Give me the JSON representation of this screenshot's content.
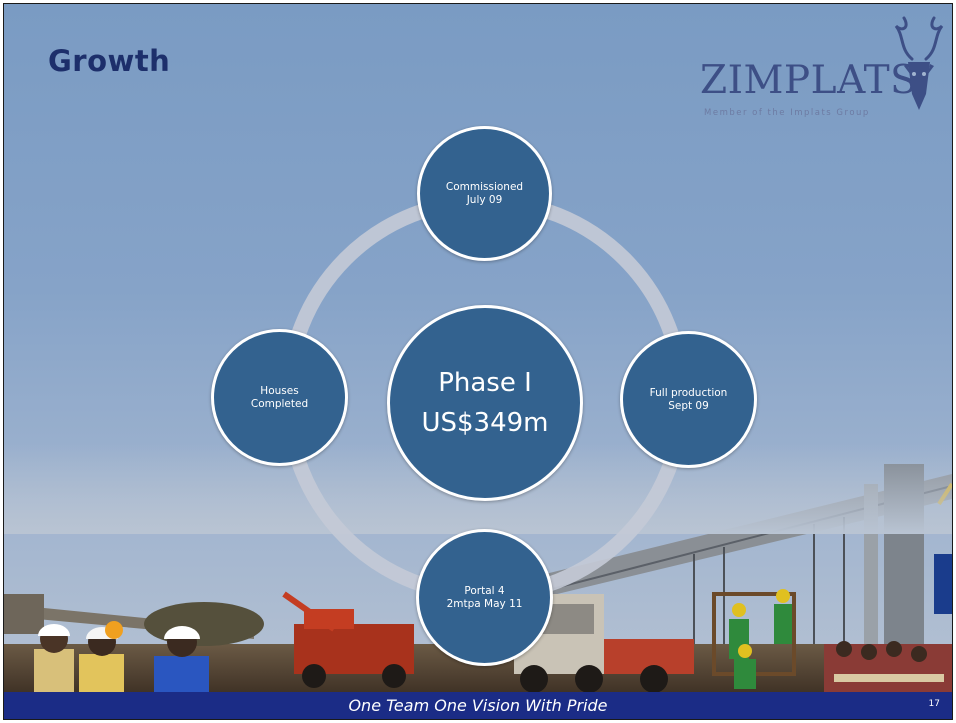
{
  "slide": {
    "title": "Growth",
    "logo": {
      "name": "ZIMPLATS",
      "tagline": "Member of the Implats Group"
    },
    "footer": "One Team One Vision With Pride",
    "page_number": "17"
  },
  "diagram": {
    "center": {
      "line1": "Phase I",
      "line2": "US$349m"
    },
    "nodes": {
      "top": {
        "line1": "Commissioned",
        "line2": "July 09"
      },
      "right": {
        "line1": "Full production",
        "line2": "Sept 09"
      },
      "bottom": {
        "line1": "Portal 4",
        "line2": "2mtpa May 11"
      },
      "left": {
        "line1": "Houses",
        "line2": "Completed"
      }
    }
  },
  "colors": {
    "node_fill": "#33628f",
    "ring": "#c4cad6",
    "title": "#1d2f6b",
    "footer_bar": "#1b2c86"
  }
}
